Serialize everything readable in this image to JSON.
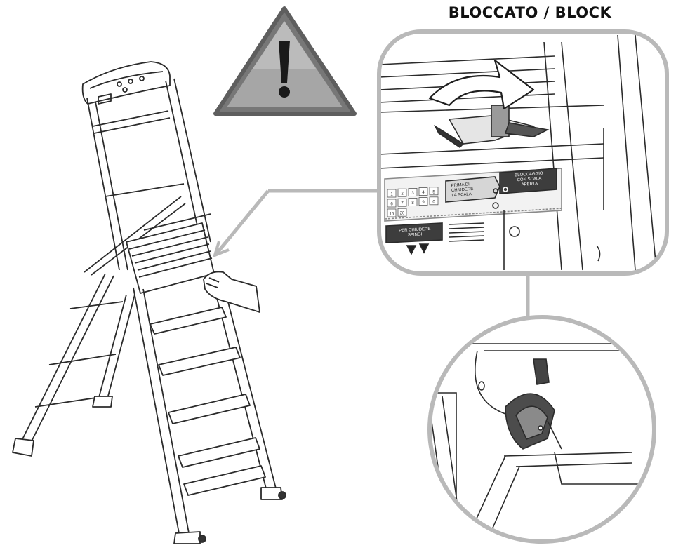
{
  "heading": "BLOCCATO / BLOCK",
  "panel": {
    "label_left": "PRIMA DI\nCHIUDERE\nLA SCALA",
    "label_right": "BLOCCAGGIO\nCON SCALA\nAPERTA",
    "label_bottom": "PER CHIUDERE\nSPINGI",
    "keypad": [
      "1",
      "2",
      "3",
      "4",
      "5",
      "6",
      "7",
      "8",
      "9",
      "0",
      "15",
      "20"
    ]
  },
  "colors": {
    "outline": "#2b2b2b",
    "frame": "#b9b9b9",
    "warning_fill": "#8f8f8f",
    "warning_edge": "#6a6a6a",
    "mechanism": "#555555"
  },
  "icons": {
    "warning": "warning-triangle-icon",
    "arrow": "curved-arrow-icon"
  }
}
